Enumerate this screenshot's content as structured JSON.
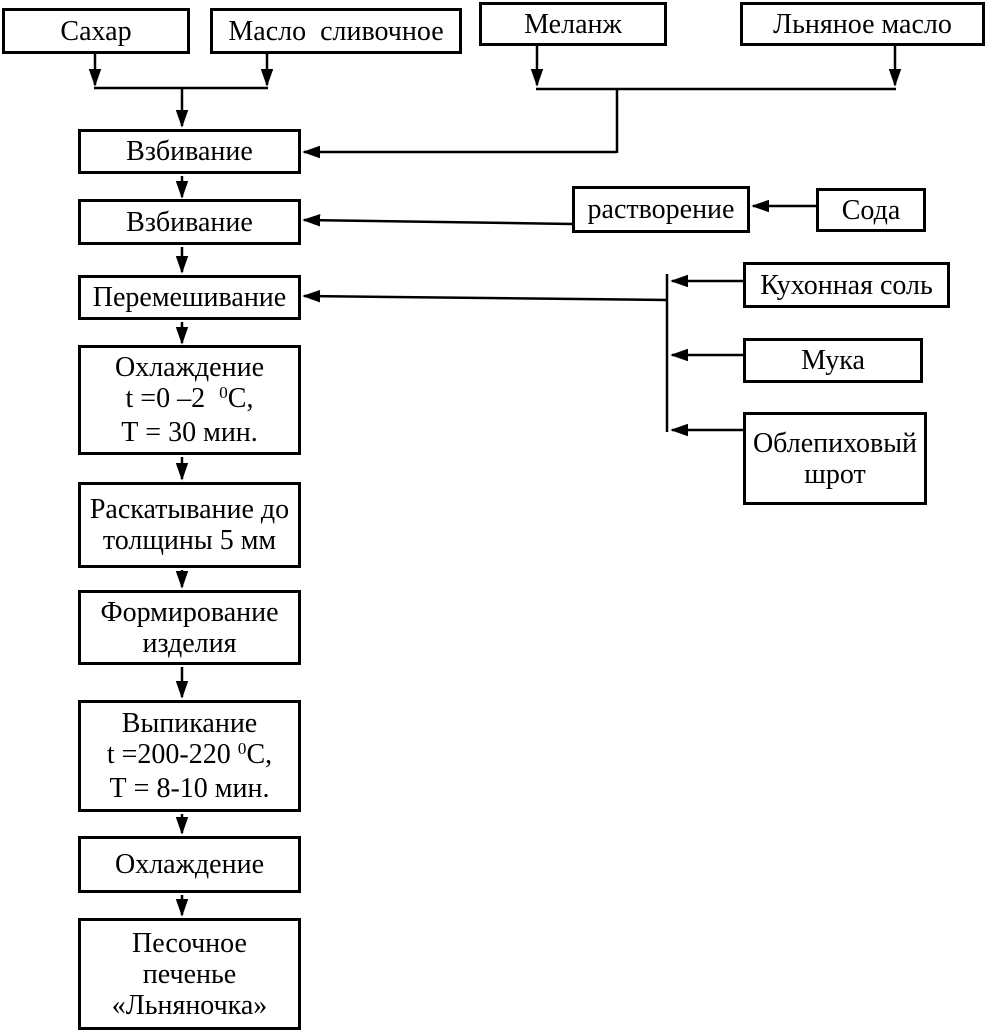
{
  "diagram": {
    "type": "flowchart",
    "language": "ru",
    "colors": {
      "line": "#000000",
      "background": "#ffffff",
      "box_fill": "#ffffff"
    }
  },
  "nodes": {
    "sugar": {
      "label": "Сахар"
    },
    "butter": {
      "label": "Масло  сливочное"
    },
    "melange": {
      "label": "Меланж"
    },
    "linseed_oil": {
      "label": "Льняное масло"
    },
    "whipping1": {
      "label": "Взбивание"
    },
    "whipping2": {
      "label": "Взбивание"
    },
    "dissolution": {
      "label": "растворение"
    },
    "soda": {
      "label": "Сода"
    },
    "mixing": {
      "label": "Перемешивание"
    },
    "salt": {
      "label": "Кухонная соль"
    },
    "flour": {
      "label": "Мука"
    },
    "shrot": {
      "line1": "Облепиховый",
      "line2": "шрот"
    },
    "cooling1": {
      "line1": "Охлаждение",
      "line2_pre": "t =0 –2  ",
      "line2_sup": "0",
      "line2_post": "С,",
      "line3": "Т = 30 мин."
    },
    "rolling": {
      "line1": "Раскатывание до",
      "line2": "толщины 5 мм"
    },
    "forming": {
      "line1": "Формирование",
      "line2": "изделия"
    },
    "baking": {
      "line1": "Выпикание",
      "line2_pre": "t =200-220 ",
      "line2_sup": "0",
      "line2_post": "С,",
      "line3": "Т = 8-10 мин."
    },
    "cooling2": {
      "label": "Охлаждение"
    },
    "product": {
      "line1": "Песочное",
      "line2": "печенье",
      "line3": "«Льняночка»"
    }
  },
  "edges": [
    {
      "from": "sugar",
      "to": "whipping1"
    },
    {
      "from": "butter",
      "to": "whipping1"
    },
    {
      "from": "melange",
      "to": "whipping1"
    },
    {
      "from": "linseed_oil",
      "to": "whipping1"
    },
    {
      "from": "whipping1",
      "to": "whipping2"
    },
    {
      "from": "soda",
      "to": "dissolution"
    },
    {
      "from": "dissolution",
      "to": "whipping2"
    },
    {
      "from": "whipping2",
      "to": "mixing"
    },
    {
      "from": "salt",
      "to": "mixing"
    },
    {
      "from": "flour",
      "to": "mixing"
    },
    {
      "from": "shrot",
      "to": "mixing"
    },
    {
      "from": "mixing",
      "to": "cooling1"
    },
    {
      "from": "cooling1",
      "to": "rolling"
    },
    {
      "from": "rolling",
      "to": "forming"
    },
    {
      "from": "forming",
      "to": "baking"
    },
    {
      "from": "baking",
      "to": "cooling2"
    },
    {
      "from": "cooling2",
      "to": "product"
    }
  ]
}
